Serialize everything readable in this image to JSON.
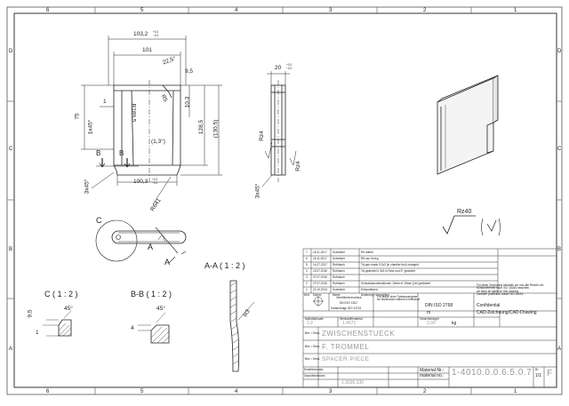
{
  "frame": {
    "top_columns": [
      "6",
      "5",
      "4",
      "3",
      "2",
      "1"
    ],
    "bottom_columns": [
      "6",
      "5",
      "4",
      "3",
      "2",
      "1"
    ],
    "left_rows": [
      "D",
      "C",
      "B",
      "A"
    ],
    "right_rows": [
      "D",
      "C",
      "B",
      "A"
    ]
  },
  "front_view": {
    "dims": {
      "overall_width": "103,2",
      "overall_width_tol_top": "+0,2",
      "overall_width_tol_bottom": "−0,2",
      "top_width": "101",
      "angle_top": "22,5°",
      "r5": "R5",
      "r189": "R189,5",
      "d95": "9,5",
      "d103": "10,3",
      "d1285": "128,5",
      "d1305": "(130,5)",
      "d75": "75",
      "d1": "1",
      "chamfer_left": "1x45°",
      "angle_mid": "(1,3°)",
      "bottom_width": "100,3",
      "bottom_tol_top": "+0,2",
      "bottom_tol_bottom": "−0,2",
      "chamfer_bottom": "3x45°",
      "r641": "R641",
      "section_b1": "B",
      "section_b2": "B"
    }
  },
  "side_view": {
    "dims": {
      "width": "20",
      "width_tol_top": "+0,2",
      "width_tol_bottom": "−0,2",
      "rz_left": "Rz4",
      "rz_right": "Rz4",
      "chamfer": "3x45°"
    }
  },
  "surface": {
    "rz": "Rz40",
    "check": "(✓)"
  },
  "top_view": {
    "label_c": "C",
    "label_a1": "A",
    "label_a2": "A"
  },
  "section_aa": {
    "title": "A-A ( 1 : 2 )",
    "radius": "R3"
  },
  "detail_c": {
    "title": "C ( 1 : 2 )",
    "d95": "9,5",
    "angle": "45°",
    "d1": "1"
  },
  "section_bb": {
    "title": "B-B ( 1 : 2 )",
    "angle": "45°",
    "d4": "4"
  },
  "title_block": {
    "revisions": [
      {
        "rev": "7",
        "date": "16.11.2017",
        "name": "Schnitzler",
        "desc": "R5 added"
      },
      {
        "rev": "6",
        "date": "16.11.2017",
        "name": "Schnitzler",
        "desc": "R5 neu Schrg"
      },
      {
        "rev": "5",
        "date": "14.07.2017",
        "name": "Rothbach",
        "desc": "Tol.geo made 0.3x3 (in chamfer tool) changed"
      },
      {
        "rev": "4",
        "date": "15.07.2016",
        "name": "Rothbach",
        "desc": "Tol.geändert 0.3x3 in Fase und 5° geändert"
      },
      {
        "rev": "3",
        "date": "07.07.2016",
        "name": "Rothbach",
        "desc": ""
      },
      {
        "rev": "2",
        "date": "27.07.2016",
        "name": "Rothbach",
        "desc": "Schweisskonstruktionen 10mm in 15mm (1er) geändert"
      },
      {
        "rev": "1",
        "date": "22.10.2013",
        "name": "Schnitzler",
        "desc": "Entwurfstand"
      }
    ],
    "rev_headers": {
      "rev": "Änd.",
      "date": "Datum",
      "name": "Name",
      "desc": "Änderung / description"
    },
    "std_surface": "Oberflächen/surface",
    "std_surface_norm": "DIN ISO 1302",
    "std_edges": "Kanten/edge ISO 13715",
    "tol_note": "Für Maße ohne Toleranzangabe\nfor dimensions without a tolerance",
    "tol_norm": "DIN ISO 2768",
    "tol_class": "m",
    "protection_note": "Für diese Zeichnung behalten wir uns alle Rechte vor.\nSchutzvermerk nach ISO 16016 beachten.\nwe keep all rights for this drawing\nconsider protection notice ISO 16016",
    "confidential": "Confidential",
    "cad_label": "CAD-Zeichnung/CAD-Drawing",
    "scale_header": "Maßstab/scale",
    "scale": "1:2",
    "weight_header": "Gewicht/weight",
    "weight": "2,00",
    "weight_unit": "kg",
    "format_header": "Werkstoff/material",
    "material_no": "1.4571",
    "name_label_1": "Bez. / Desc.",
    "name_label_2": "Bez. / Desc.",
    "name_label_3": "Bez. / Desc.",
    "part_name_1": "ZWISCHENSTUECK",
    "part_name_2": "F. TROMMEL",
    "part_name_3": "SPACER PIECE",
    "drawn_label": "Erstellt/created",
    "checked_label": "Geprüft/checked",
    "material_label": "Material-Nr.:",
    "material_label_en": "material no.:",
    "drawing_no": "1-4010.0.0.6.5.0.7",
    "sheet_label": "Bl.",
    "sheet_no": "1/1",
    "rev_index": "F",
    "bottom_ref": "1.3035.330"
  }
}
